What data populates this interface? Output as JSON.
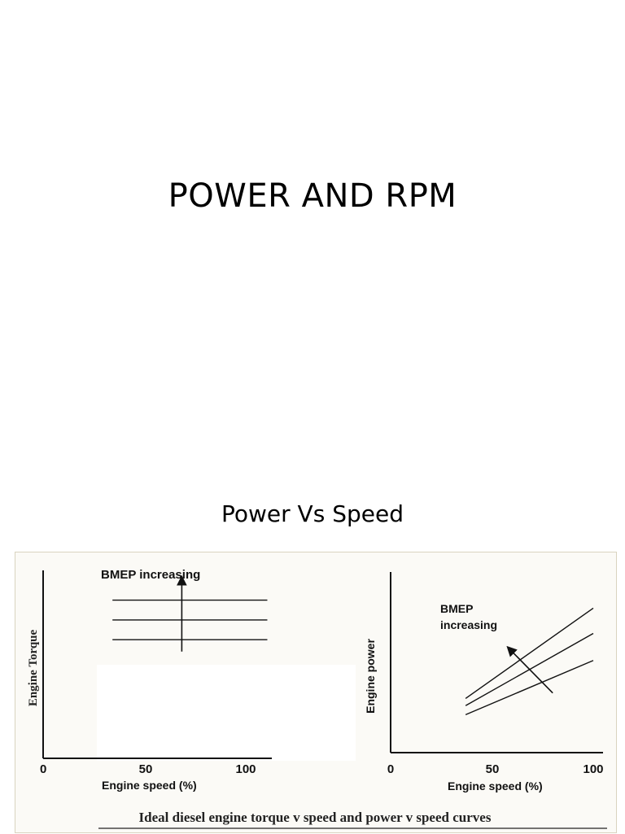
{
  "slide": {
    "title": "POWER AND RPM",
    "subtitle": "Power Vs Speed"
  },
  "figure": {
    "caption": "Ideal diesel engine torque v speed and power v speed curves",
    "frame_color": "#d9d3bf",
    "background": "#fbfaf6"
  },
  "chart_data": [
    {
      "type": "line",
      "title": "",
      "xlabel": "Engine speed (%)",
      "ylabel": "Engine Torque",
      "x_ticks": [
        "0",
        "50",
        "100"
      ],
      "xlim": [
        0,
        100
      ],
      "ylim": [
        0,
        10
      ],
      "annotation": "BMEP increasing",
      "series": [
        {
          "x": [
            30,
            97
          ],
          "y": [
            6.0,
            6.0
          ]
        },
        {
          "x": [
            30,
            97
          ],
          "y": [
            7.0,
            7.0
          ]
        },
        {
          "x": [
            30,
            97
          ],
          "y": [
            8.0,
            8.0
          ]
        }
      ],
      "arrow": {
        "x": 60,
        "y_from": 5.4,
        "y_to": 9.0
      }
    },
    {
      "type": "line",
      "title": "",
      "xlabel": "Engine speed (%)",
      "ylabel": "Engine power",
      "x_ticks": [
        "0",
        "50",
        "100"
      ],
      "xlim": [
        0,
        100
      ],
      "ylim": [
        0,
        10
      ],
      "annotation": "BMEP increasing",
      "series": [
        {
          "x": [
            37,
            100
          ],
          "y": [
            2.1,
            5.1
          ]
        },
        {
          "x": [
            37,
            100
          ],
          "y": [
            2.6,
            6.6
          ]
        },
        {
          "x": [
            37,
            100
          ],
          "y": [
            3.0,
            8.0
          ]
        }
      ],
      "arrow": {
        "x_from": 80,
        "y_from": 3.3,
        "x_to": 59,
        "y_to": 5.7
      }
    }
  ]
}
